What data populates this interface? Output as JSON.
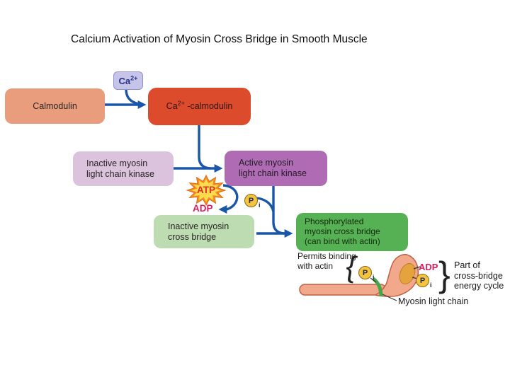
{
  "title": "Calcium Activation of Myosin Cross Bridge in Smooth Muscle",
  "flow": {
    "calmodulin": "Calmodulin",
    "ca_base": "Ca",
    "ca_sup": "2+",
    "ca_calmodulin_suffix": " -calmodulin",
    "inactive_mlck_l1": "Inactive myosin",
    "inactive_mlck_l2": "light chain kinase",
    "active_mlck_l1": "Active myosin",
    "active_mlck_l2": "light chain kinase",
    "atp": "ATP",
    "adp": "ADP",
    "p_base": "P",
    "p_sub": "i",
    "inactive_cb_l1": "Inactive myosin",
    "inactive_cb_l2": "cross bridge",
    "phos_l1": "Phosphorylated",
    "phos_l2": "myosin cross bridge",
    "phos_l3": "(can bind with actin)"
  },
  "illustration": {
    "permits_l1": "Permits binding",
    "permits_l2": "with actin",
    "adp": "ADP",
    "brace_left": "{",
    "brace_right": "}",
    "part_l1": "Part of",
    "part_l2": "cross-bridge",
    "part_l3": "energy cycle",
    "myosin_label": "Myosin light chain"
  },
  "colors": {
    "arrow": "#1a56a8",
    "calmodulin_fill": "#e99d7c",
    "ca_badge_fill": "#c7c4e9",
    "ca_badge_text": "#272f86",
    "ca_calmodulin_fill": "#dd4b2d",
    "inactive_mlck_fill": "#dbc3de",
    "active_mlck_fill": "#af6cb4",
    "inactive_cb_fill": "#bedcb2",
    "phos_fill": "#56b154",
    "atp_text": "#e02828",
    "adp_text": "#d4205f",
    "pi_fill": "#f5c43e",
    "star_outer": "#f59122",
    "star_inner": "#ffdb4d",
    "myosin_fill": "#f2a98b",
    "myosin_stroke": "#bf5f45",
    "light_chain_green": "#44a848",
    "gold_fill": "#e4a33d"
  }
}
